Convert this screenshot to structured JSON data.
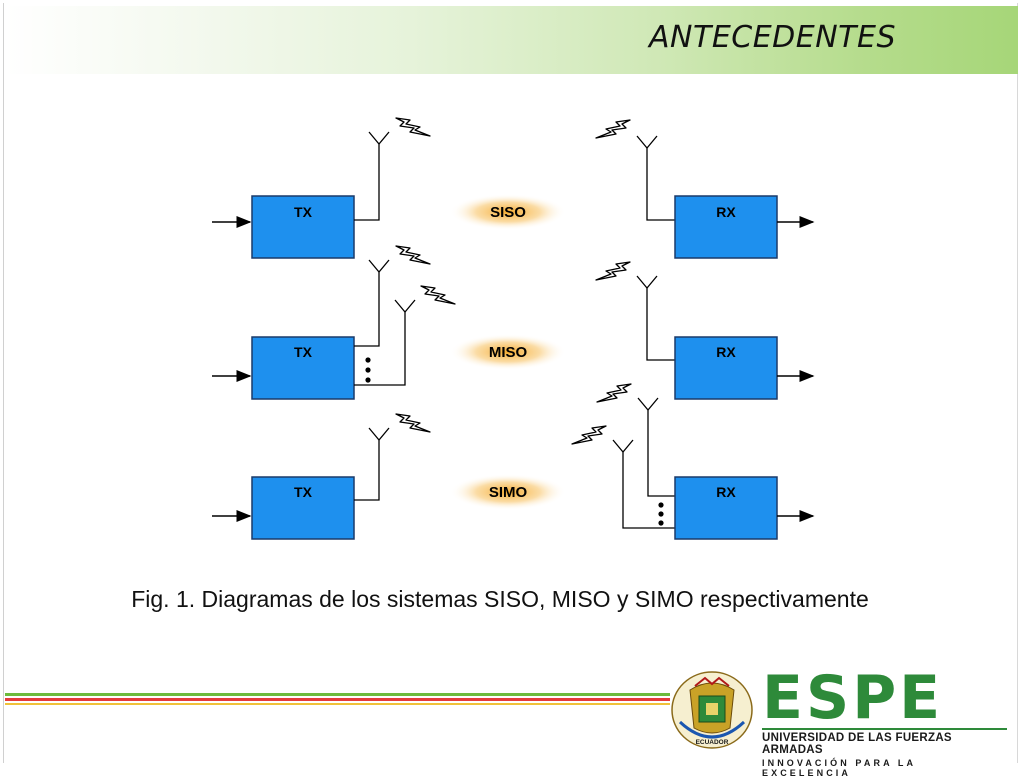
{
  "title": "ANTECEDENTES",
  "caption": "Fig. 1. Diagramas de los sistemas SISO, MISO y SIMO respectivamente",
  "rows": [
    {
      "tx": "TX",
      "mode": "SISO",
      "rx": "RX",
      "tx_antennas": 1,
      "rx_antennas": 1
    },
    {
      "tx": "TX",
      "mode": "MISO",
      "rx": "RX",
      "tx_antennas": "multiple",
      "rx_antennas": 1
    },
    {
      "tx": "TX",
      "mode": "SIMO",
      "rx": "RX",
      "tx_antennas": 1,
      "rx_antennas": "multiple"
    }
  ],
  "logo": {
    "name": "ESPE",
    "university": "UNIVERSIDAD DE LAS FUERZAS ARMADAS",
    "motto": "INNOVACIÓN PARA LA EXCELENCIA",
    "seal_text": "ECUADOR",
    "brand_green": "#2e8a3a"
  },
  "colors": {
    "block_fill": "#1e90ee",
    "block_stroke": "#1a3a6a",
    "mode_glow": "#f5a623",
    "header_green": "#a6d678"
  }
}
